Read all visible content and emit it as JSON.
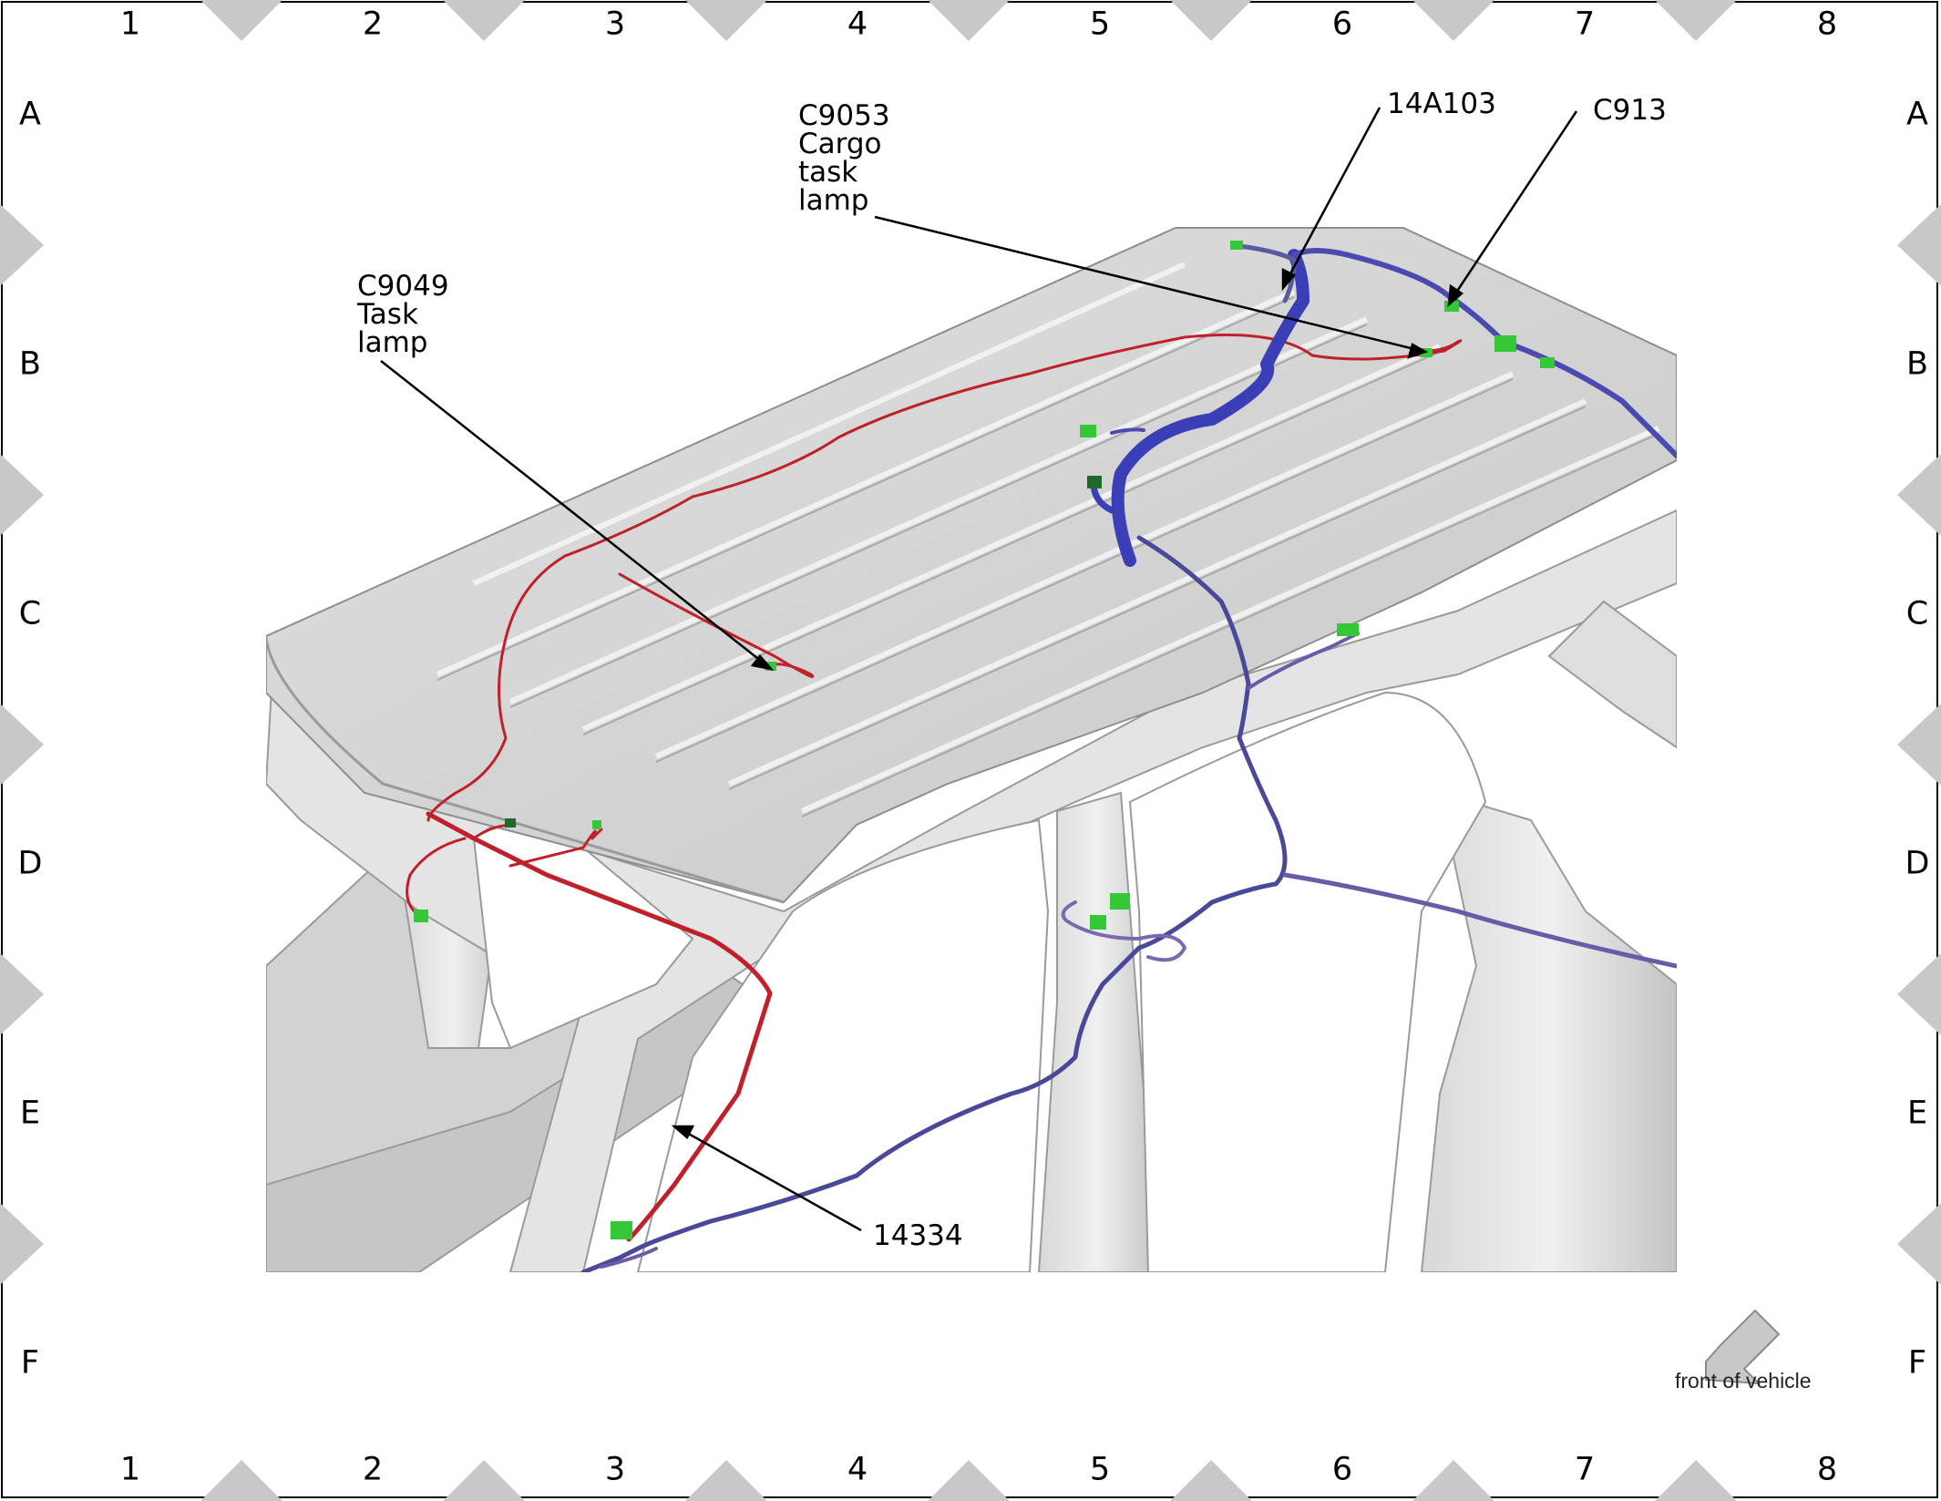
{
  "grid": {
    "columns": [
      "1",
      "2",
      "3",
      "4",
      "5",
      "6",
      "7",
      "8"
    ],
    "rows": [
      "A",
      "B",
      "C",
      "D",
      "E",
      "F"
    ]
  },
  "callouts": {
    "c9049": "C9049\nTask\nlamp",
    "c9053": "C9053\nCargo\ntask\nlamp",
    "harness_14a103": "14A103",
    "c913": "C913",
    "harness_14334": "14334"
  },
  "orientation": {
    "label": "front of vehicle",
    "icon": "arrow-down-left-icon"
  },
  "colors": {
    "harness_red": "#c0202a",
    "harness_blue": "#3a3fb8",
    "harness_purple": "#6a5aa8",
    "connector": "#34c838",
    "body": "#d4d4d4"
  }
}
